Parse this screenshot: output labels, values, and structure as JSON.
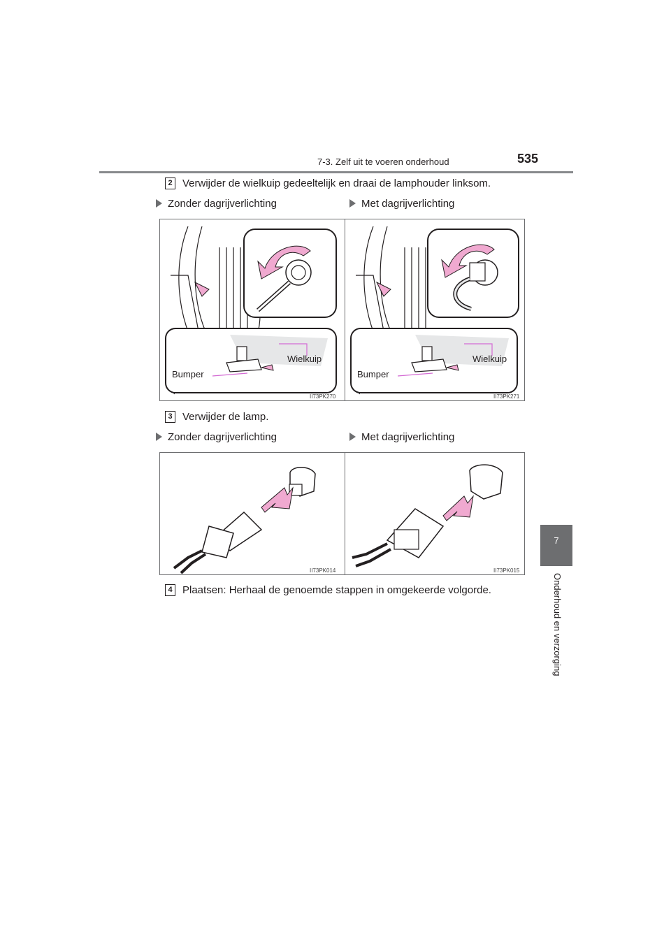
{
  "header": {
    "section": "7-3. Zelf uit te voeren onderhoud",
    "page_number": "535"
  },
  "side_tab": {
    "chapter_number": "7",
    "chapter_title": "Onderhoud en verzorging"
  },
  "steps": [
    {
      "number": "2",
      "text": "Verwijder de wielkuip gedeeltelijk en draai de lamphouder linksom."
    },
    {
      "number": "3",
      "text": "Verwijder de lamp."
    },
    {
      "number": "4",
      "text": "Plaatsen: Herhaal de genoemde stappen in omgekeerde volgorde."
    }
  ],
  "variants": {
    "left": "Zonder dagrijverlichting",
    "right": "Met dagrijverlichting"
  },
  "figures": {
    "holder_left": {
      "code": "II73PK270",
      "label_wheel": "Wielkuip",
      "label_bumper": "Bumper"
    },
    "holder_right": {
      "code": "II73PK271",
      "label_wheel": "Wielkuip",
      "label_bumper": "Bumper"
    },
    "bulb_left": {
      "code": "II73PK014"
    },
    "bulb_right": {
      "code": "II73PK015"
    }
  },
  "colors": {
    "arrow_pink": "#f0a9d0",
    "callout_magenta": "#d46bd4",
    "tab_gray": "#6d6e70"
  }
}
